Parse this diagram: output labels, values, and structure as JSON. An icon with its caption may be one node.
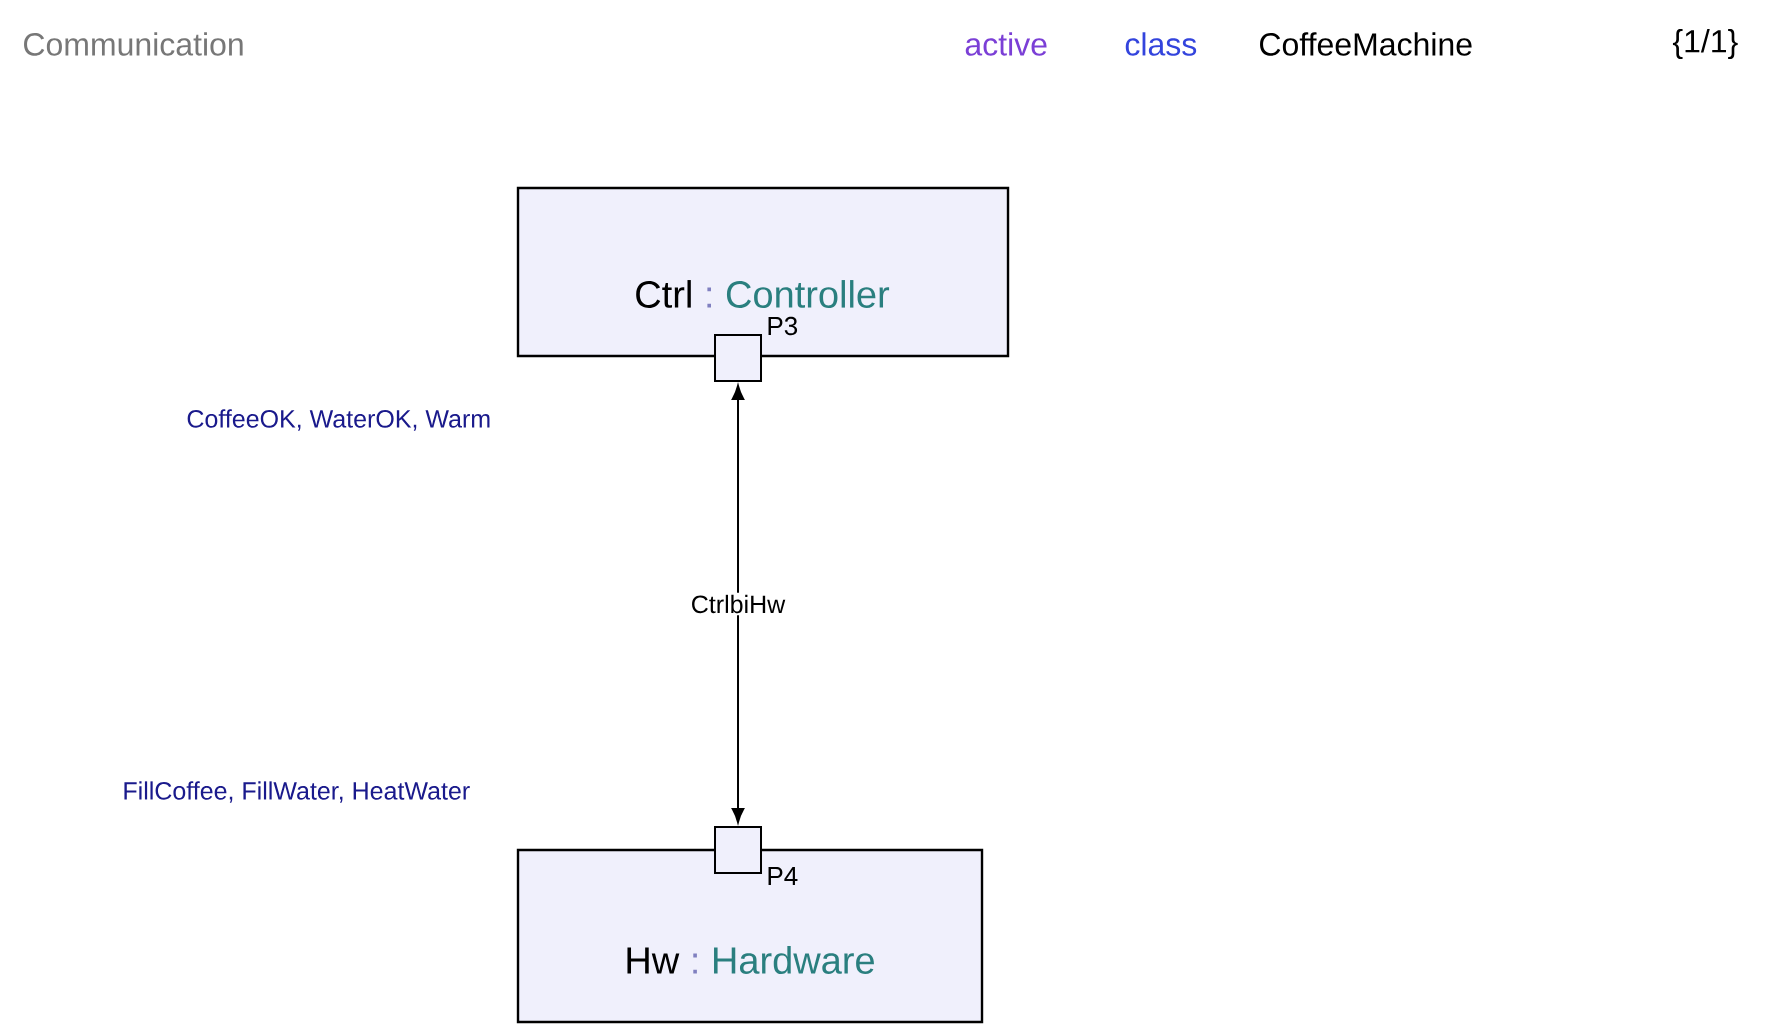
{
  "diagram": {
    "title": "Communication",
    "nodes": [
      {
        "text": [
          "Ctrl",
          ":",
          "Controller"
        ]
      },
      {
        "text": [],
        "shape": "box"
      },
      {
        "text": [
          "Hw",
          ":",
          "Hardware"
        ]
      },
      {
        "text": [],
        "shape": "box"
      }
    ],
    "edges": [
      {
        "from": 1,
        "to": 3,
        "arrow": "both",
        "label": "CtrlbiHw"
      }
    ],
    "labels": [
      "active",
      "class",
      "CoffeeMachine",
      "{1/1}",
      "P3",
      "CoffeeOK, WaterOK, Warm",
      "FillCoffee, FillWater, HeatWater",
      "P4"
    ]
  }
}
